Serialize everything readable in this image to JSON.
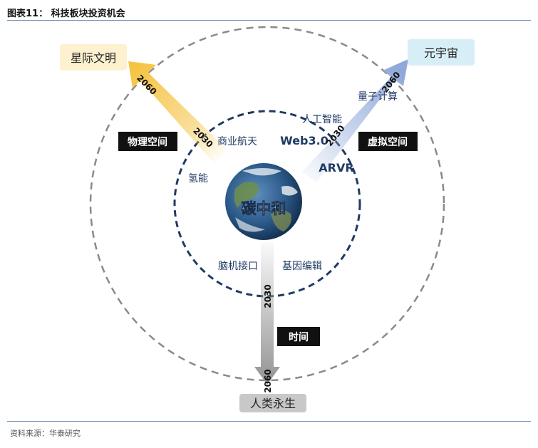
{
  "header": {
    "title": "图表11：  科技板块投资机会"
  },
  "footer": {
    "source": "资料来源：华泰研究"
  },
  "diagram": {
    "center_label": "碳中和",
    "corner_boxes": {
      "top_left": "星际文明",
      "top_right": "元宇宙",
      "bottom": "人类永生"
    },
    "dimension_boxes": {
      "physical": "物理空间",
      "virtual": "虚拟空间",
      "time": "时间"
    },
    "inner_labels": {
      "aerospace": "商业航天",
      "hydrogen": "氢能",
      "ai": "人工智能",
      "web3": "Web3.0",
      "arvr": "ARVR",
      "bci": "脑机接口",
      "gene": "基因编辑",
      "quantum": "量子计算"
    },
    "years": {
      "left_2030": "2030",
      "left_2060": "2060",
      "right_2030": "2030",
      "right_2060": "2060",
      "bottom_2030": "2030",
      "bottom_2060": "2060"
    },
    "colors": {
      "left_arrow": "#f6c445",
      "right_arrow": "#8fa8d8",
      "bottom_arrow": "#9a9a9a",
      "inner_circle": "#1f3a64",
      "outer_circle": "#8a8a8a",
      "box_dark": "#111111",
      "top_left_box": "#fdf1cf",
      "top_right_box": "#d8eef7",
      "bottom_box": "#c8c8c8"
    }
  }
}
